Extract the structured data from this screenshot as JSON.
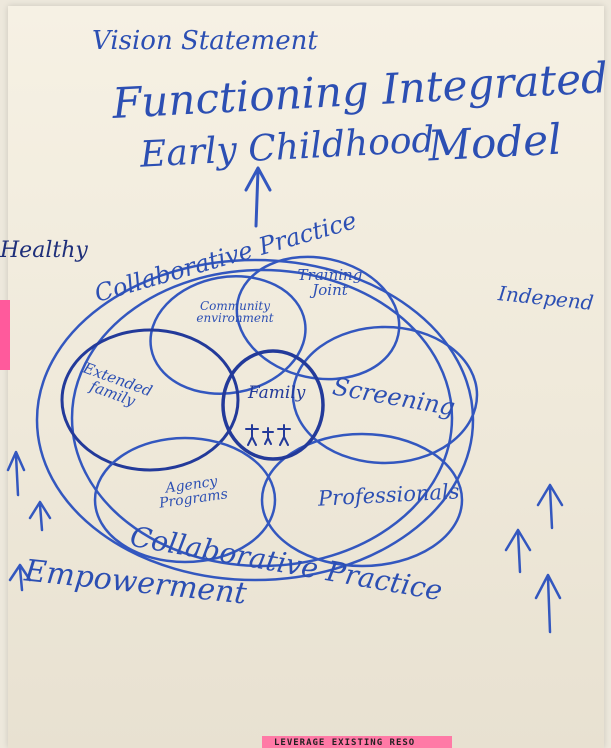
{
  "poster": {
    "header": "Vision Statement",
    "title_line1": "Functioning Integrated",
    "title_line2_left": "Early Childhood",
    "title_line2_right": "Model"
  },
  "side_words": {
    "left_top": "Healthy",
    "right": "Independ",
    "bottom_left": "Empowerment"
  },
  "diagram": {
    "outer_top": "Collaborative Practice",
    "outer_bottom": "Collaborative Practice",
    "petals": {
      "training": "Training Joint",
      "community": "Community environment",
      "extended": "Extended family",
      "screening": "Screening",
      "agency": "Agency Programs",
      "professionals": "Professionals"
    },
    "center": "Family"
  },
  "sticky_note": "LEVERAGE EXISTING RESO"
}
